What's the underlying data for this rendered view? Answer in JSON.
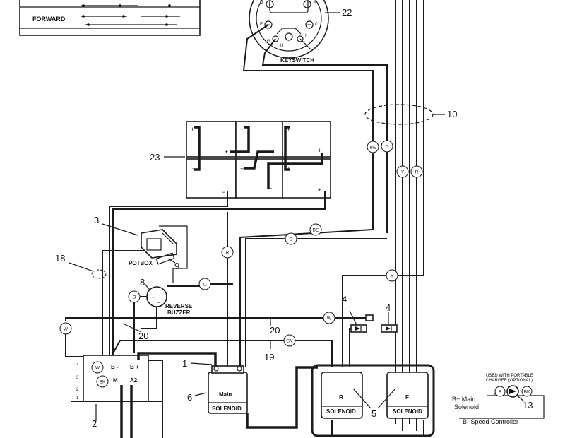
{
  "table": {
    "forward": "FORWARD"
  },
  "keyswitch": {
    "label": "KEYSWITCH",
    "number": "22",
    "terminals": [
      "D",
      "A",
      "E",
      "C",
      "G",
      "H",
      "I"
    ]
  },
  "batteries": {
    "number": "23"
  },
  "harness": {
    "number": "10"
  },
  "potbox": {
    "label": "POTBOX",
    "number": "3",
    "connector_number": "9"
  },
  "wire18": {
    "number": "18"
  },
  "buzzer": {
    "label_line1": "REVERSE",
    "label_line2": "BUZZER",
    "number": "8"
  },
  "wires": {
    "w20a": "20",
    "w20b": "20",
    "w19": "19",
    "w1": "1"
  },
  "controller": {
    "number": "2",
    "terminals": [
      "B -",
      "B +",
      "M",
      "A2"
    ],
    "pins": [
      "4",
      "3",
      "2",
      "1"
    ]
  },
  "main_solenoid": {
    "label_line1": "Main",
    "label_line2": "SOLENOID",
    "number": "6"
  },
  "dir_solenoids": {
    "r_letter": "R",
    "f_letter": "F",
    "r_label": "SOLENOID",
    "f_label": "SOLENOID",
    "number": "5",
    "diode_number_left": "4",
    "diode_number_right": "4"
  },
  "inset": {
    "title_line1": "USED WITH PORTABLE",
    "title_line2": "CHARGER (OPTIONAL)",
    "main_line1": "B+ Main",
    "main_line2": "Solenoid",
    "controller_label": "B- Speed Controller",
    "number": "13"
  },
  "wire_tags": [
    "BE",
    "O",
    "Y",
    "R",
    "BE",
    "O",
    "R",
    "O",
    "O",
    "W",
    "Y",
    "W",
    "GY",
    "W",
    "BK",
    "R",
    "BK"
  ]
}
